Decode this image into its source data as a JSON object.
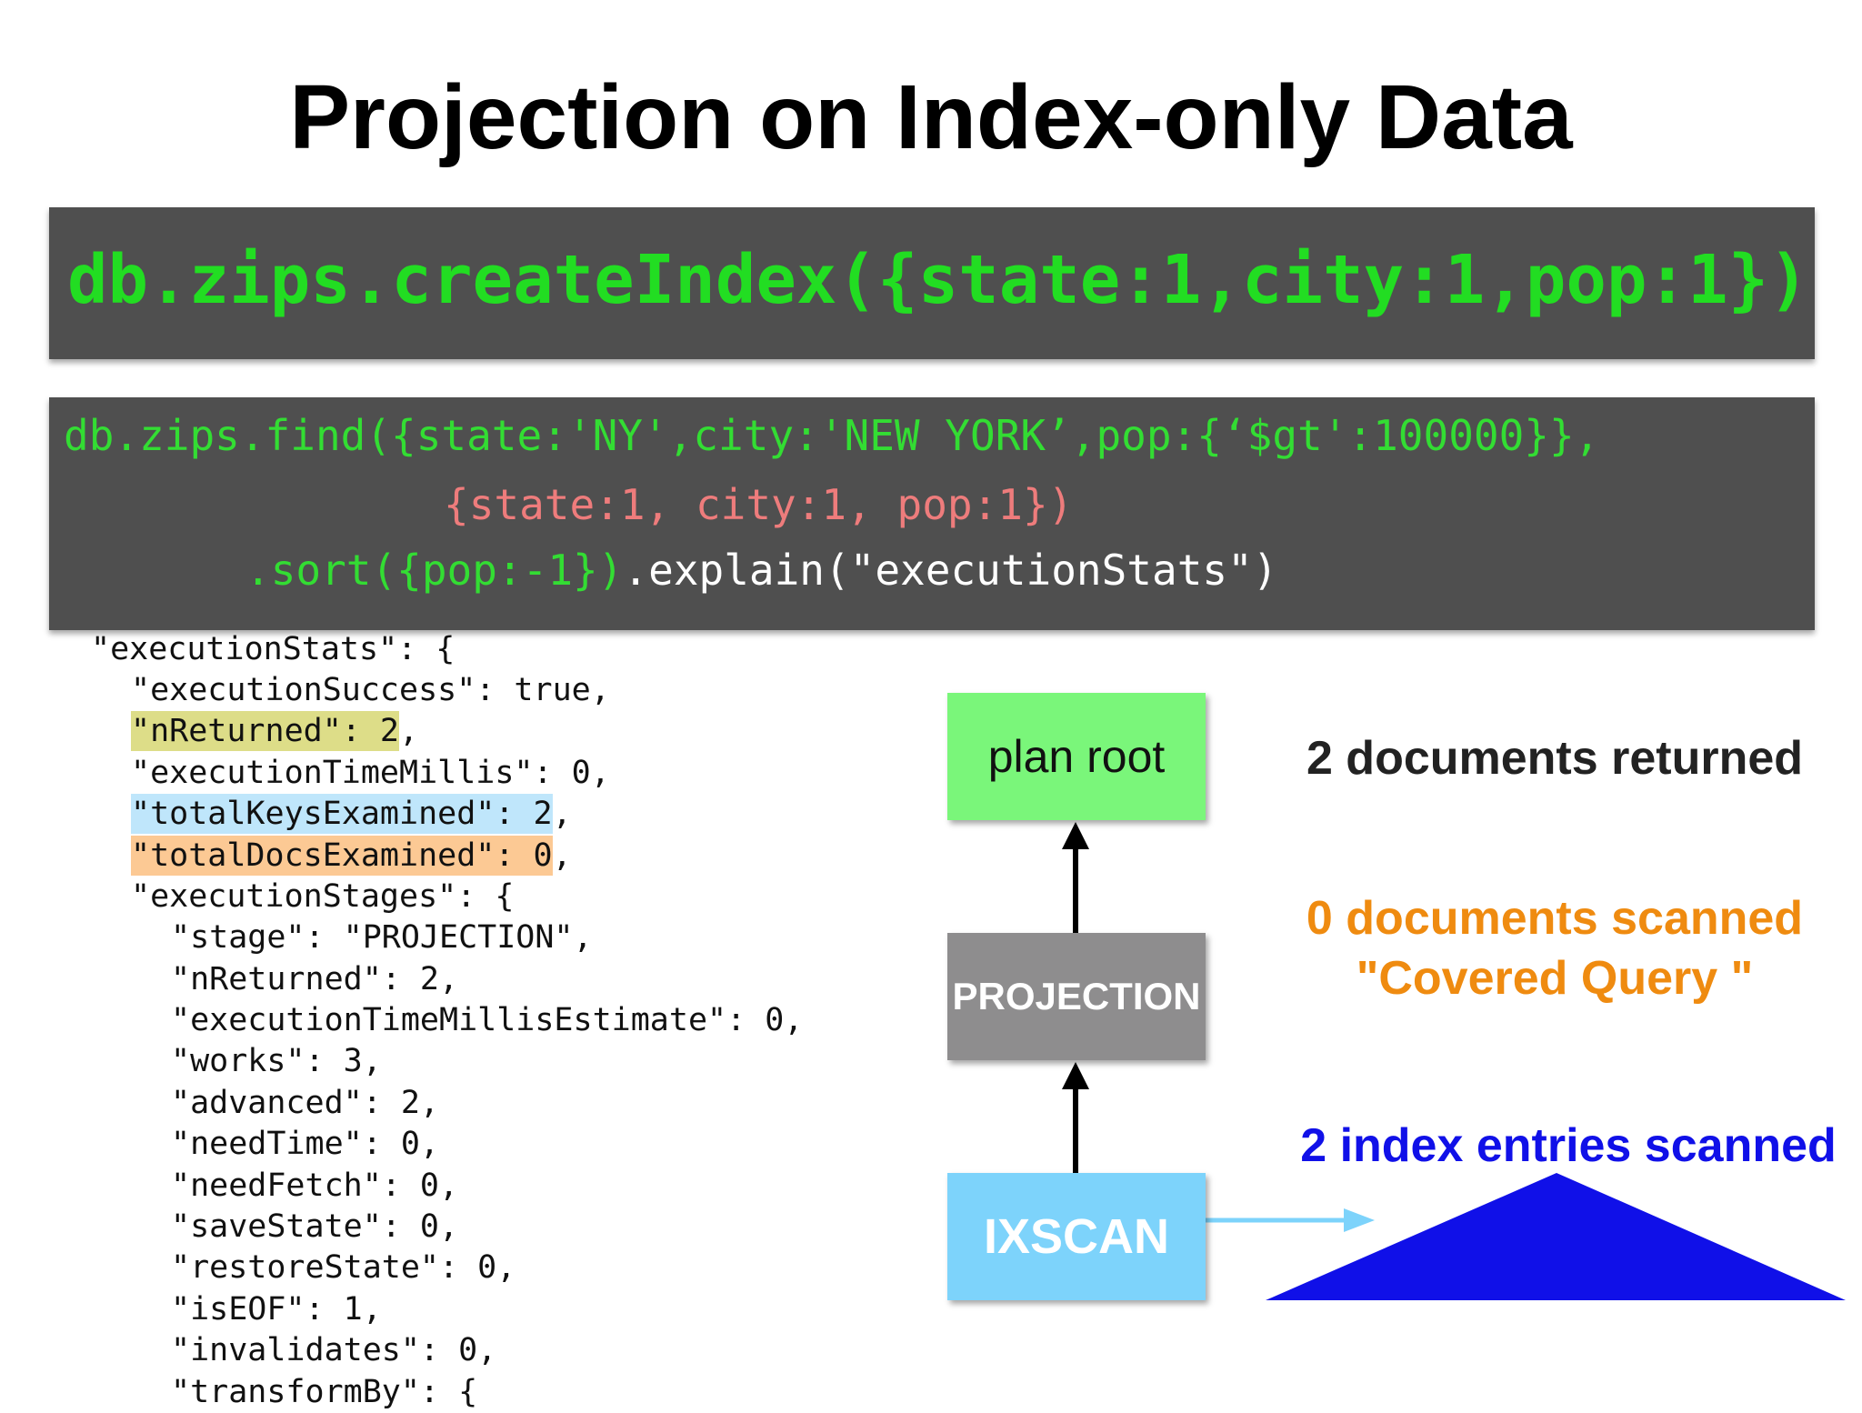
{
  "title": "Projection on Index-only Data",
  "create_index": "db.zips.createIndex({state:1,city:1,pop:1})",
  "find_query": {
    "line1": "db.zips.find({state:'NY',city:'NEW YORK’,pop:{‘$gt':100000}},",
    "line2": "{state:1, city:1, pop:1})",
    "line3_green": ".sort({pop:-1})",
    "line3_white": ".explain(\"executionStats\")"
  },
  "stats": {
    "execution_stats_open": "\"executionStats\": {",
    "execution_success": "\"executionSuccess\": true,",
    "n_returned_key": "\"nReturned\": 2",
    "execution_time": "\"executionTimeMillis\": 0,",
    "total_keys_key": "\"totalKeysExamined\": 2",
    "total_docs_key": "\"totalDocsExamined\": 0",
    "comma": ",",
    "execution_stages_open": "\"executionStages\": {",
    "stage": "\"stage\": \"PROJECTION\",",
    "stage_n_returned": "\"nReturned\": 2,",
    "time_estimate": "\"executionTimeMillisEstimate\": 0,",
    "works": "\"works\": 3,",
    "advanced": "\"advanced\": 2,",
    "need_time": "\"needTime\": 0,",
    "need_fetch": "\"needFetch\": 0,",
    "save_state": "\"saveState\": 0,",
    "restore_state": "\"restoreState\": 0,",
    "is_eof": "\"isEOF\": 1,",
    "invalidates": "\"invalidates\": 0,",
    "transform_by": "\"transformBy\": {"
  },
  "plan": {
    "plan_root": "plan root",
    "projection": "PROJECTION",
    "ixscan": "IXSCAN"
  },
  "notes": {
    "returned": "2 documents returned",
    "scanned": "0 documents scanned",
    "covered": "\"Covered Query \"",
    "index": "2 index entries scanned"
  },
  "colors": {
    "code_bg": "#4f4f4f",
    "code_green": "#33dd33",
    "code_salmon": "#ee7c7c",
    "plan_root": "#7af67a",
    "projection": "#8e8d8e",
    "ixscan": "#7dd3fb",
    "index_blue": "#1010e8",
    "scan_orange": "#ef8b10",
    "hl_yellow": "#dddd88",
    "hl_blue": "#bfe6fb",
    "hl_orange": "#fcc994"
  }
}
